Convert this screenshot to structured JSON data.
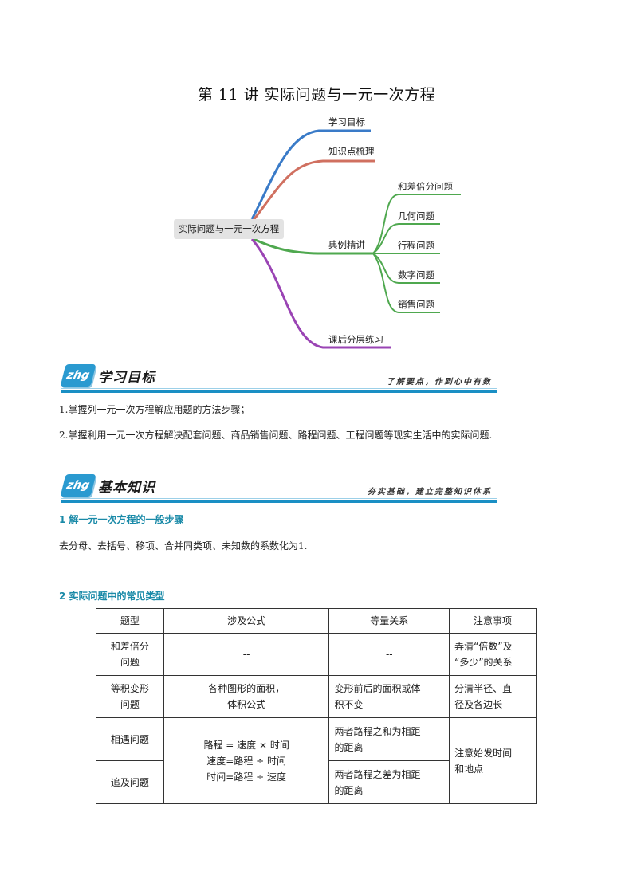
{
  "title": "第 11 讲  实际问题与一元一次方程",
  "mindmap": {
    "root": "实际问题与一元一次方程",
    "branches": [
      {
        "label": "学习目标",
        "color": "#3a7bc8"
      },
      {
        "label": "知识点梳理",
        "color": "#d07060"
      },
      {
        "label": "典例精讲",
        "color": "#4fa84f",
        "children": [
          "和差倍分问题",
          "几何问题",
          "行程问题",
          "数字问题",
          "销售问题"
        ]
      },
      {
        "label": "课后分层练习",
        "color": "#9a44b4"
      }
    ]
  },
  "section1": {
    "logo": "zhg",
    "heading": "学习目标",
    "motto": "了解要点，作到心中有数",
    "items": [
      "1.掌握列一元一次方程解应用题的方法步骤；",
      "2.掌握利用一元一次方程解决配套问题、商品销售问题、路程问题、工程问题等现实生活中的实际问题."
    ]
  },
  "section2": {
    "logo": "zhg",
    "heading": "基本知识",
    "motto": "夯实基础，建立完整知识体系",
    "point1_title": "1  解一元一次方程的一般步骤",
    "point1_text": "去分母、去括号、移项、合并同类项、未知数的系数化为1.",
    "point2_title": "2  实际问题中的常见类型"
  },
  "table": {
    "headers": [
      "题型",
      "涉及公式",
      "等量关系",
      "注意事项"
    ],
    "row1": {
      "type": "和差倍分\n问题",
      "formula": "--",
      "relation": "--",
      "note": "弄清“倍数”及\n“多少”的关系"
    },
    "row2": {
      "type": "等积变形\n问题",
      "formula": "各种图形的面积，\n体积公式",
      "relation": "变形前后的面积或体\n积不变",
      "note": "分清半径、直\n径及各边长"
    },
    "row3": {
      "type": "相遇问题",
      "formula": "路程  =  速度  ×  时间\n速度=路程  ÷  时间\n时间=路程  ÷  速度",
      "relation": "两者路程之和为相距\n的距离",
      "note": "注意始发时间\n和地点"
    },
    "row4": {
      "type": "追及问题",
      "relation": "两者路程之差为相距\n的距离"
    }
  }
}
